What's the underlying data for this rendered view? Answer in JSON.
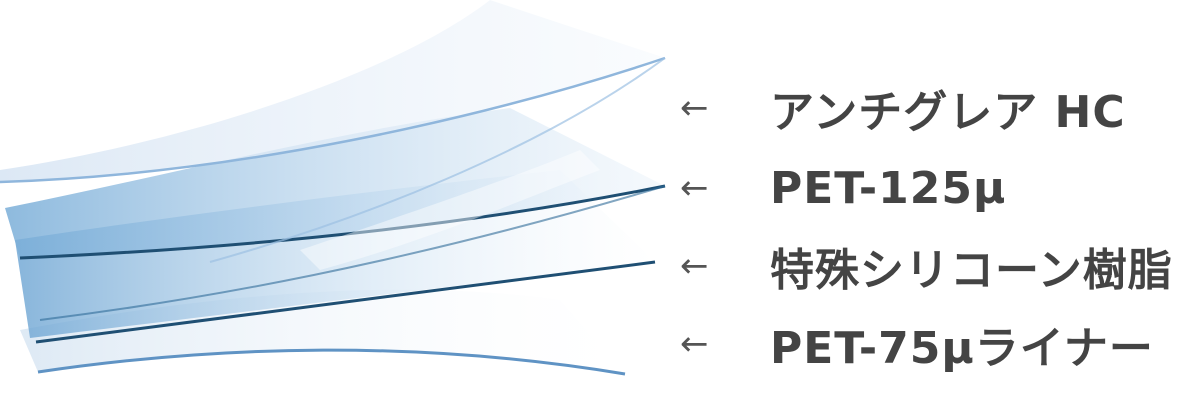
{
  "labels": [
    {
      "arrow": "←",
      "text": "アンチグレア HC"
    },
    {
      "arrow": "←",
      "text": "PET-125μ"
    },
    {
      "arrow": "←",
      "text": "特殊シリコーン樹脂"
    },
    {
      "arrow": "←",
      "text": "PET-75μライナー"
    }
  ],
  "colors": {
    "layer_fill_light": "#dfeaf6",
    "layer_fill_blue": "#7fb0d9",
    "layer_edge_light": "#8fb6dc",
    "layer_edge_dark": "#1f4f73",
    "text": "#444444"
  }
}
